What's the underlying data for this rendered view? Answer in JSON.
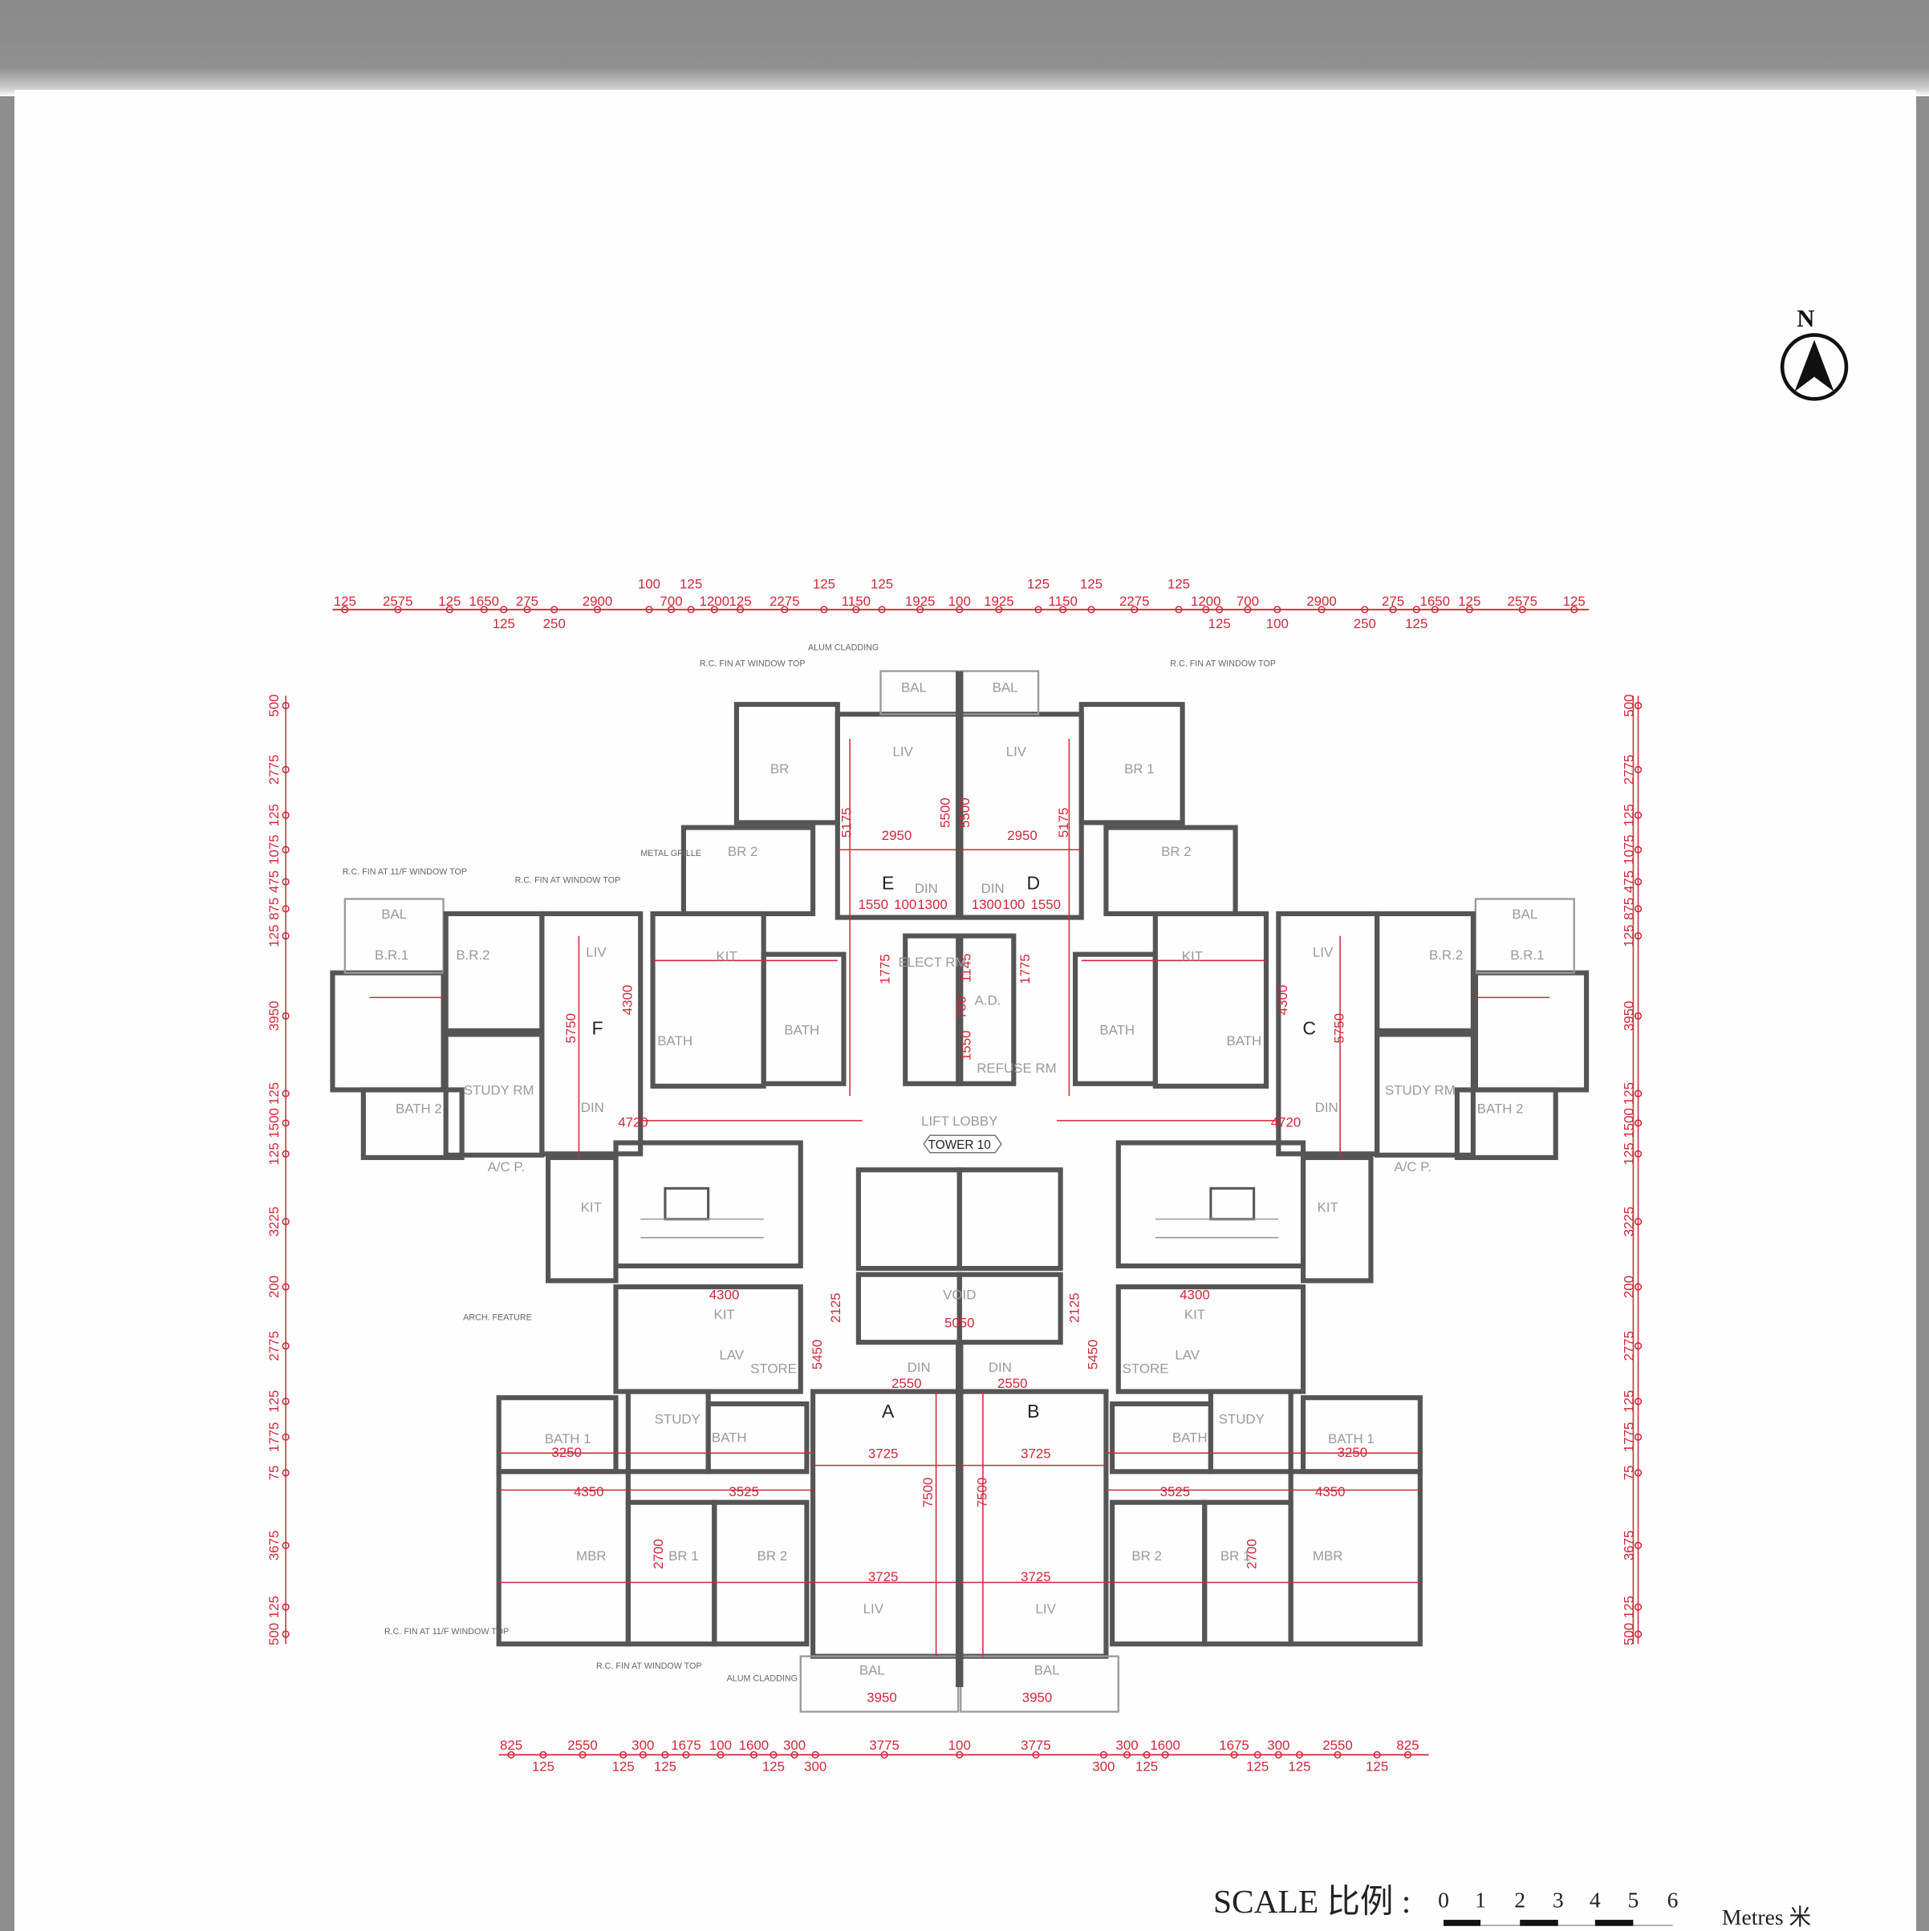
{
  "north_label": "N",
  "tower": {
    "lobby_label": "LIFT LOBBY",
    "name": "TOWER 10",
    "void_label": "VOID",
    "elect_rm": "ELECT RM",
    "ad": "A.D.",
    "refuse_rm": "REFUSE RM"
  },
  "units": [
    "E",
    "D",
    "F",
    "C",
    "A",
    "B"
  ],
  "rooms_left": [
    "BAL",
    "LIV",
    "BR",
    "BR 2",
    "DIN",
    "KIT",
    "BATH",
    "BATH",
    "LIV",
    "BAL",
    "B.R.1",
    "B.R.2",
    "STUDY RM",
    "BATH 2",
    "DIN",
    "KIT",
    "A/C P.",
    "KIT",
    "LAV",
    "STORE",
    "DIN",
    "STUDY",
    "BATH 1",
    "BATH",
    "MBR",
    "BR 1",
    "BR 2",
    "LIV",
    "BAL"
  ],
  "rooms_right": [
    "BAL",
    "LIV",
    "BR 1",
    "BR 2",
    "DIN",
    "KIT",
    "BATH",
    "BATH",
    "LIV",
    "BAL",
    "B.R.1",
    "B.R.2",
    "STUDY RM",
    "BATH 2",
    "DIN",
    "KIT",
    "A/C P.",
    "KIT",
    "LAV",
    "STORE",
    "DIN",
    "STUDY",
    "BATH 1",
    "BATH",
    "MBR",
    "BR 1",
    "BR 2",
    "LIV",
    "BAL"
  ],
  "notes": [
    "R.C. FIN AT WINDOW TOP",
    "ALUM CLADDING",
    "METAL GRILLE",
    "R.C. FIN AT 11/F WINDOW TOP",
    "R.C. FIN AT WINDOW TOP",
    "R.C. FIN AT WINDOW TOP",
    "ARCH. FEATURE",
    "R.C. FIN AT 11/F WINDOW TOP",
    "R.C. FIN AT WINDOW TOP",
    "ALUM CLADDING"
  ],
  "dimensions": {
    "top_main": [
      "125",
      "2575",
      "125",
      "1650",
      "275",
      "2900",
      "700",
      "1200",
      "125",
      "2275",
      "1150",
      "1925",
      "100",
      "1925",
      "1150",
      "2275",
      "1200",
      "700",
      "2900",
      "275",
      "1650",
      "125",
      "2575",
      "125"
    ],
    "top_upper": [
      "100",
      "125",
      "125",
      "125",
      "125",
      "125",
      "125"
    ],
    "top_lower": [
      "125",
      "250",
      "125",
      "100",
      "250",
      "125"
    ],
    "bottom_main": [
      "825",
      "2550",
      "300",
      "1675",
      "100",
      "1600",
      "300",
      "3775",
      "100",
      "3775",
      "300",
      "1600",
      "1675",
      "300",
      "2550",
      "825"
    ],
    "bottom_lower": [
      "125",
      "125",
      "125",
      "125",
      "300",
      "300",
      "125",
      "125",
      "125",
      "125"
    ],
    "side": [
      "500",
      "2775",
      "125",
      "1075",
      "475",
      "875",
      "125",
      "3950",
      "125",
      "1500",
      "125",
      "3225",
      "200",
      "2775",
      "125",
      "1775",
      "75",
      "3675",
      "125",
      "500"
    ],
    "inner": [
      "2950",
      "2950",
      "5500",
      "5500",
      "5175",
      "5175",
      "1550",
      "100",
      "1300",
      "1300",
      "100",
      "1550",
      "1775",
      "1775",
      "1145",
      "780",
      "1550",
      "4300",
      "4300",
      "5750",
      "5750",
      "4720",
      "4720",
      "4300",
      "4300",
      "5050",
      "2550",
      "2550",
      "3725",
      "3725",
      "7500",
      "7500",
      "3725",
      "3725",
      "3950",
      "3950",
      "4350",
      "4350",
      "3525",
      "3525",
      "2700",
      "2700",
      "3250",
      "3250",
      "2125",
      "2125",
      "5450",
      "5450"
    ]
  },
  "scale": {
    "label": "SCALE 比例 :",
    "ticks": [
      "0",
      "1",
      "2",
      "3",
      "4",
      "5",
      "6"
    ],
    "unit": "Metres 米"
  }
}
